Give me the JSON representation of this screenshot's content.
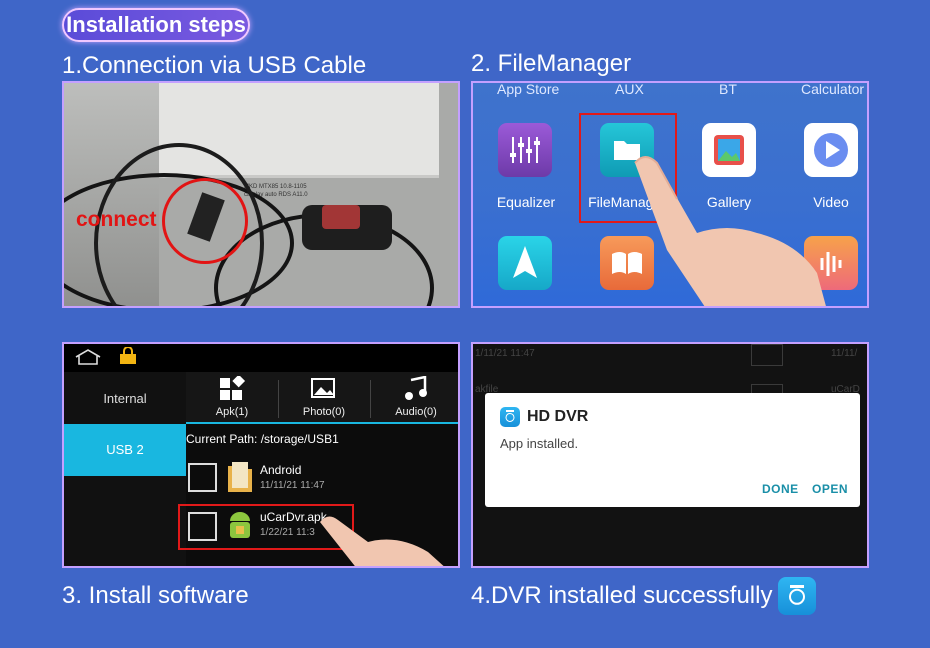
{
  "badge": "Installation steps",
  "steps": {
    "s1": "1.Connection via USB Cable",
    "s2": "2. FileManager",
    "s3": "3. Install software",
    "s4": "4.DVR installed successfully"
  },
  "panel1": {
    "connect_label": "connect",
    "sticker_line1": "MKD MTX85 10.8-1105",
    "sticker_line2": "carplay auto RDS A11.0"
  },
  "panel2": {
    "top_labels": [
      "App Store",
      "AUX",
      "BT",
      "Calculator"
    ],
    "apps": [
      "Equalizer",
      "FileManager",
      "Gallery",
      "Video"
    ]
  },
  "panel3": {
    "internal": "Internal",
    "usb": "USB 2",
    "tools": [
      "Apk(1)",
      "Photo(0)",
      "Audio(0)"
    ],
    "path": "Current Path: /storage/USB1",
    "files": [
      {
        "name": "Android",
        "date": "11/11/21 11:47"
      },
      {
        "name": "uCarDvr.apk",
        "date": "1/22/21 11:3"
      }
    ]
  },
  "panel4": {
    "bg_date1": "1/11/21 11:47",
    "bg_date2": "11/11/",
    "bg_text1": "akfile",
    "bg_text2": "uCarD",
    "dialog_title": "HD DVR",
    "dialog_msg": "App installed.",
    "done": "DONE",
    "open": "OPEN"
  },
  "colors": {
    "background": "#3f66c8",
    "highlight_red": "#e11919",
    "accent_cyan": "#19b7e0",
    "panel_border": "#c4a0ff"
  }
}
